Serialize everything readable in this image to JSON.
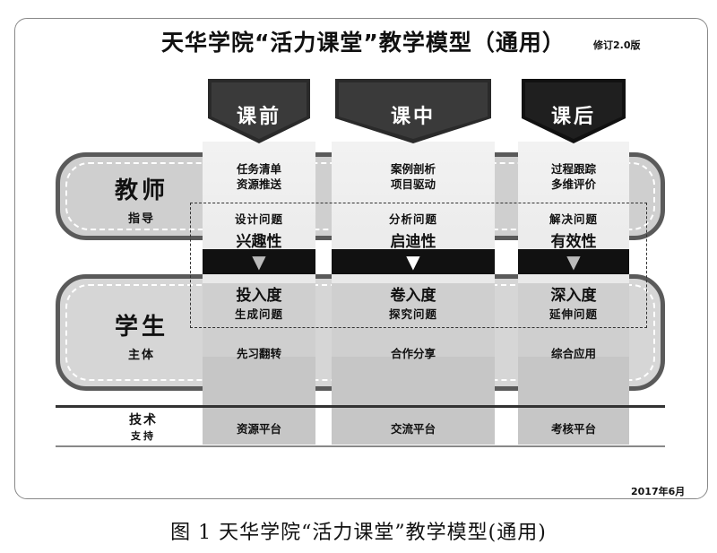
{
  "title": "天华学院“活力课堂”教学模型（通用）",
  "revision": "修订2.0版",
  "date": "2017年6月",
  "caption": "图 1  天华学院“活力课堂”教学模型(通用)",
  "lanes": {
    "teacher": {
      "main": "教师",
      "sub": "指导"
    },
    "student": {
      "main": "学生",
      "sub": "主体"
    },
    "tech": {
      "main": "技术",
      "sub": "支持"
    }
  },
  "columns": [
    {
      "header": "课前",
      "teacher_line1": "任务清单",
      "teacher_line2": "资源推送",
      "question": "设计问题",
      "quality": "兴趣性",
      "degree": "投入度",
      "student_question": "生成问题",
      "student_activity": "先习翻转",
      "platform": "资源平台"
    },
    {
      "header": "课中",
      "teacher_line1": "案例剖析",
      "teacher_line2": "项目驱动",
      "question": "分析问题",
      "quality": "启迪性",
      "degree": "卷入度",
      "student_question": "探究问题",
      "student_activity": "合作分享",
      "platform": "交流平台"
    },
    {
      "header": "课后",
      "teacher_line1": "过程跟踪",
      "teacher_line2": "多维评价",
      "question": "解决问题",
      "quality": "有效性",
      "degree": "深入度",
      "student_question": "延伸问题",
      "student_activity": "综合应用",
      "platform": "考核平台"
    }
  ],
  "arrow_glyph": "▼"
}
